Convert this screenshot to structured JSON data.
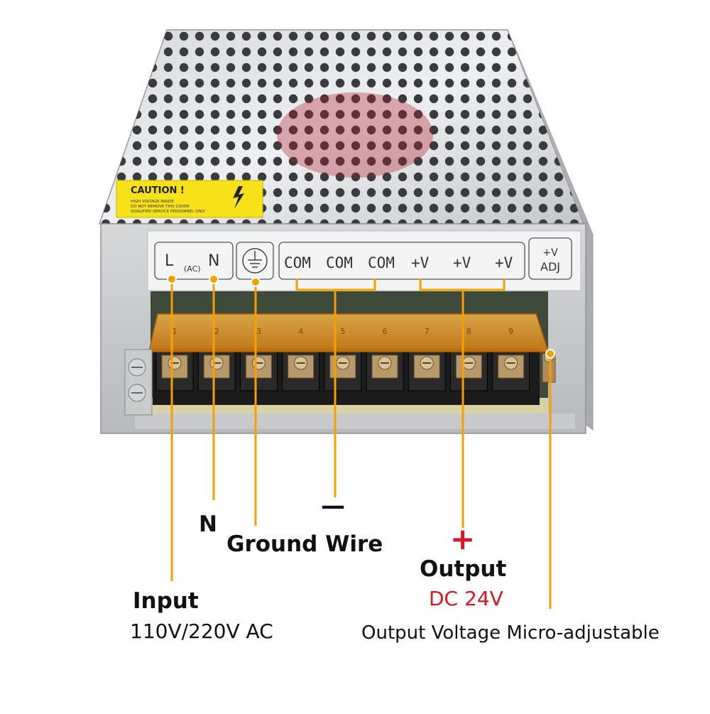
{
  "psu": {
    "caution": {
      "title": "CAUTION !",
      "lines": [
        "HIGH VOLTAGE INSIDE",
        "DO NOT REMOVE THIS COVER",
        "QUALIFIED SERVICE PERSONNEL ONLY"
      ]
    },
    "panel": {
      "ac_left": "L",
      "ac_mid": "(AC)",
      "ac_right": "N",
      "com": [
        "COM",
        "COM",
        "COM"
      ],
      "plus_v": [
        "+V",
        "+V",
        "+V"
      ],
      "adj_top": "+V",
      "adj_bottom": "ADJ"
    },
    "terminal_numbers": [
      "1",
      "2",
      "3",
      "4",
      "5",
      "6",
      "7",
      "8",
      "9"
    ]
  },
  "callouts": {
    "n": "N",
    "minus": "—",
    "ground": "Ground Wire",
    "plus": "+",
    "output": "Output",
    "output_value": "DC 24V",
    "input": "Input",
    "input_value": "110V/220V AC",
    "adjust": "Output Voltage Micro-adjustable"
  },
  "colors": {
    "leader": "#f5a000",
    "accent_red": "#e0141e",
    "label_yellow": "#f7e21a",
    "terminal_cover": "#e8931a"
  }
}
